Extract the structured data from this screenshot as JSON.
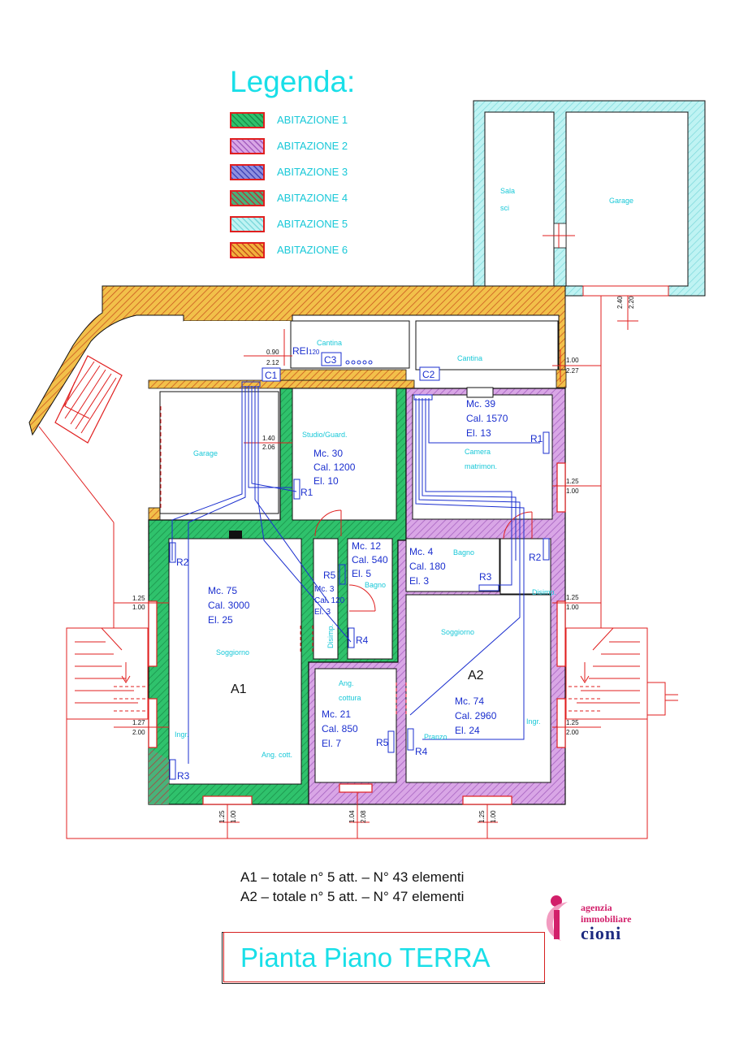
{
  "legend": {
    "title": "Legenda:",
    "items": [
      {
        "label": "ABITAZIONE 1",
        "color": "#2fc26c",
        "hatch": "#1a8f4a"
      },
      {
        "label": "ABITAZIONE 2",
        "color": "#d9a6e6",
        "hatch": "#a45fbf"
      },
      {
        "label": "ABITAZIONE 3",
        "color": "#8e8fe0",
        "hatch": "#4446b8"
      },
      {
        "label": "ABITAZIONE 4",
        "color": "#49b27a",
        "hatch": "#b33a3a"
      },
      {
        "label": "ABITAZIONE 5",
        "color": "#bff3f3",
        "hatch": "#7fd9dc"
      },
      {
        "label": "ABITAZIONE 6",
        "color": "#f2b13c",
        "hatch": "#c8511d"
      }
    ]
  },
  "rooms": {
    "sala_sci": [
      "Sala",
      "sci"
    ],
    "garage_top": "Garage",
    "cantina_left": "Cantina",
    "cantina_right": "Cantina",
    "rei": "REI",
    "rei_sub": "120",
    "c1": "C1",
    "c2": "C2",
    "c3": "C3",
    "garage_left": "Garage",
    "studio": "Studio/Guard.",
    "studio_mc": "Mc. 30",
    "studio_cal": "Cal. 1200",
    "studio_el": "El. 10",
    "camera_mc": "Mc. 39",
    "camera_cal": "Cal. 1570",
    "camera_el": "El. 13",
    "camera": [
      "Camera",
      "matrimon."
    ],
    "bagno1_mc": "Mc. 12",
    "bagno1_cal": "Cal. 540",
    "bagno1_el": "El. 5",
    "bagno1": "Bagno",
    "dis_mc": "Mc. 3",
    "dis_cal": "Cal. 120",
    "dis_el": "El. 3",
    "disimp1": "Disimp.",
    "bagno2_mc": "Mc. 4",
    "bagno2_cal": "Cal. 180",
    "bagno2_el": "El. 3",
    "bagno2": "Bagno",
    "disimp2": "Disimp.",
    "a1_mc": "Mc. 75",
    "a1_cal": "Cal. 3000",
    "a1_el": "El. 25",
    "soggiorno1": "Soggiorno",
    "a1": "A1",
    "ingr1": "Ingr.",
    "angcott1": "Ang. cott.",
    "soggiorno2": "Soggiorno",
    "a2": "A2",
    "a2_mc": "Mc. 74",
    "a2_cal": "Cal. 2960",
    "a2_el": "El. 24",
    "ingr2": "Ingr.",
    "angcott2": [
      "Ang.",
      "cottura"
    ],
    "ang_mc": "Mc. 21",
    "ang_cal": "Cal. 850",
    "ang_el": "El. 7",
    "pranzo": "Pranzo"
  },
  "radiators": {
    "r1a": "R1",
    "r2a": "R2",
    "r3a": "R3",
    "r4a": "R4",
    "r5a": "R5",
    "r1b": "R1",
    "r2b": "R2",
    "r3b": "R3",
    "r4b": "R4",
    "r5b": "R5"
  },
  "dimensions": {
    "d240": "2.40",
    "d220": "2.20",
    "d090": "0.90",
    "d212": "2.12",
    "d100a": "1.00",
    "d227": "2.27",
    "d140": "1.40",
    "d206": "2.06",
    "d125a": "1.25",
    "d100b": "1.00",
    "d125b": "1.25",
    "d100c": "1.00",
    "d125c": "1.25",
    "d100d": "1.00",
    "d127": "1.27",
    "d200a": "2.00",
    "d125d": "1.25",
    "d200b": "2.00",
    "d125e": "1.25",
    "d100e": "1.00",
    "d104": "1.04",
    "d208": "2.08",
    "d125f": "1.25",
    "d100f": "1.00"
  },
  "summary": {
    "line1": "A1  –  totale n° 5 att.  –  N° 43 elementi",
    "line2": "A2  –  totale n° 5 att.  –  N° 47 elementi"
  },
  "title": "Pianta Piano TERRA",
  "logo": {
    "line1": "agenzia",
    "line2": "immobiliare",
    "line3": "cioni"
  }
}
